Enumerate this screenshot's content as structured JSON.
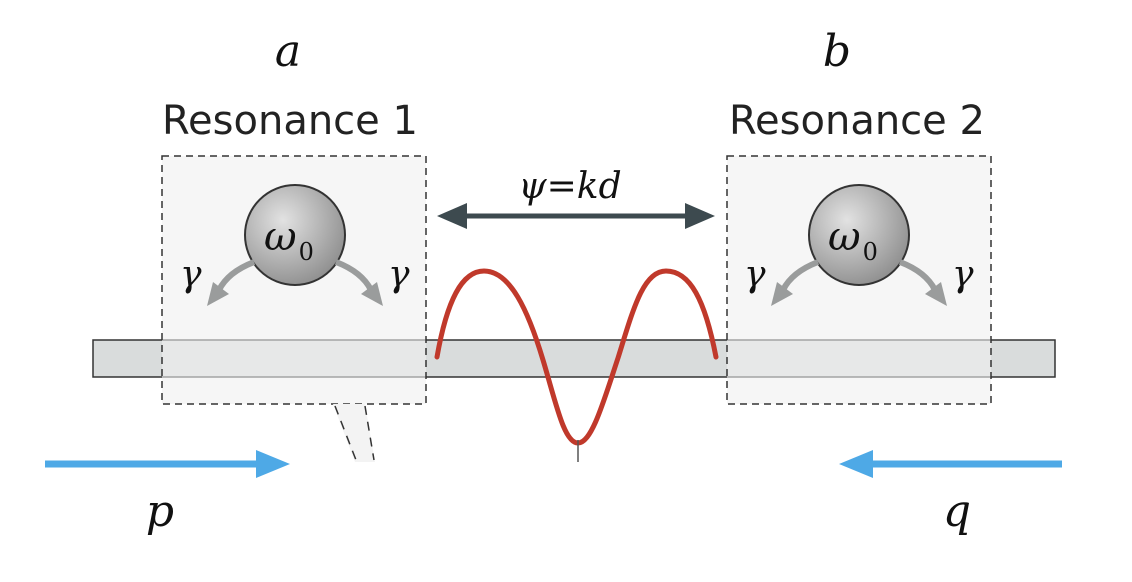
{
  "resonator_a": {
    "mode": "a",
    "title": "Resonance 1",
    "frequency_symbol": "ω",
    "frequency_subscript": "0",
    "decay_left": "γ",
    "decay_right": "γ"
  },
  "resonator_b": {
    "mode": "b",
    "title": "Resonance 2",
    "frequency_symbol": "ω",
    "frequency_subscript": "0",
    "decay_left": "γ",
    "decay_right": "γ"
  },
  "phase": {
    "label": "ψ=kd"
  },
  "ports": {
    "input_left": "p",
    "input_right": "q"
  },
  "colors": {
    "box_fill": "#f2f2f2",
    "waveguide_fill": "#d9dcdc",
    "wave": "#c0392b",
    "phase_arrow": "#3d4a4f",
    "port_arrow": "#4ea9e6",
    "decay_arrow": "#9a9c9c",
    "node_fill": "#a8a8a8"
  }
}
